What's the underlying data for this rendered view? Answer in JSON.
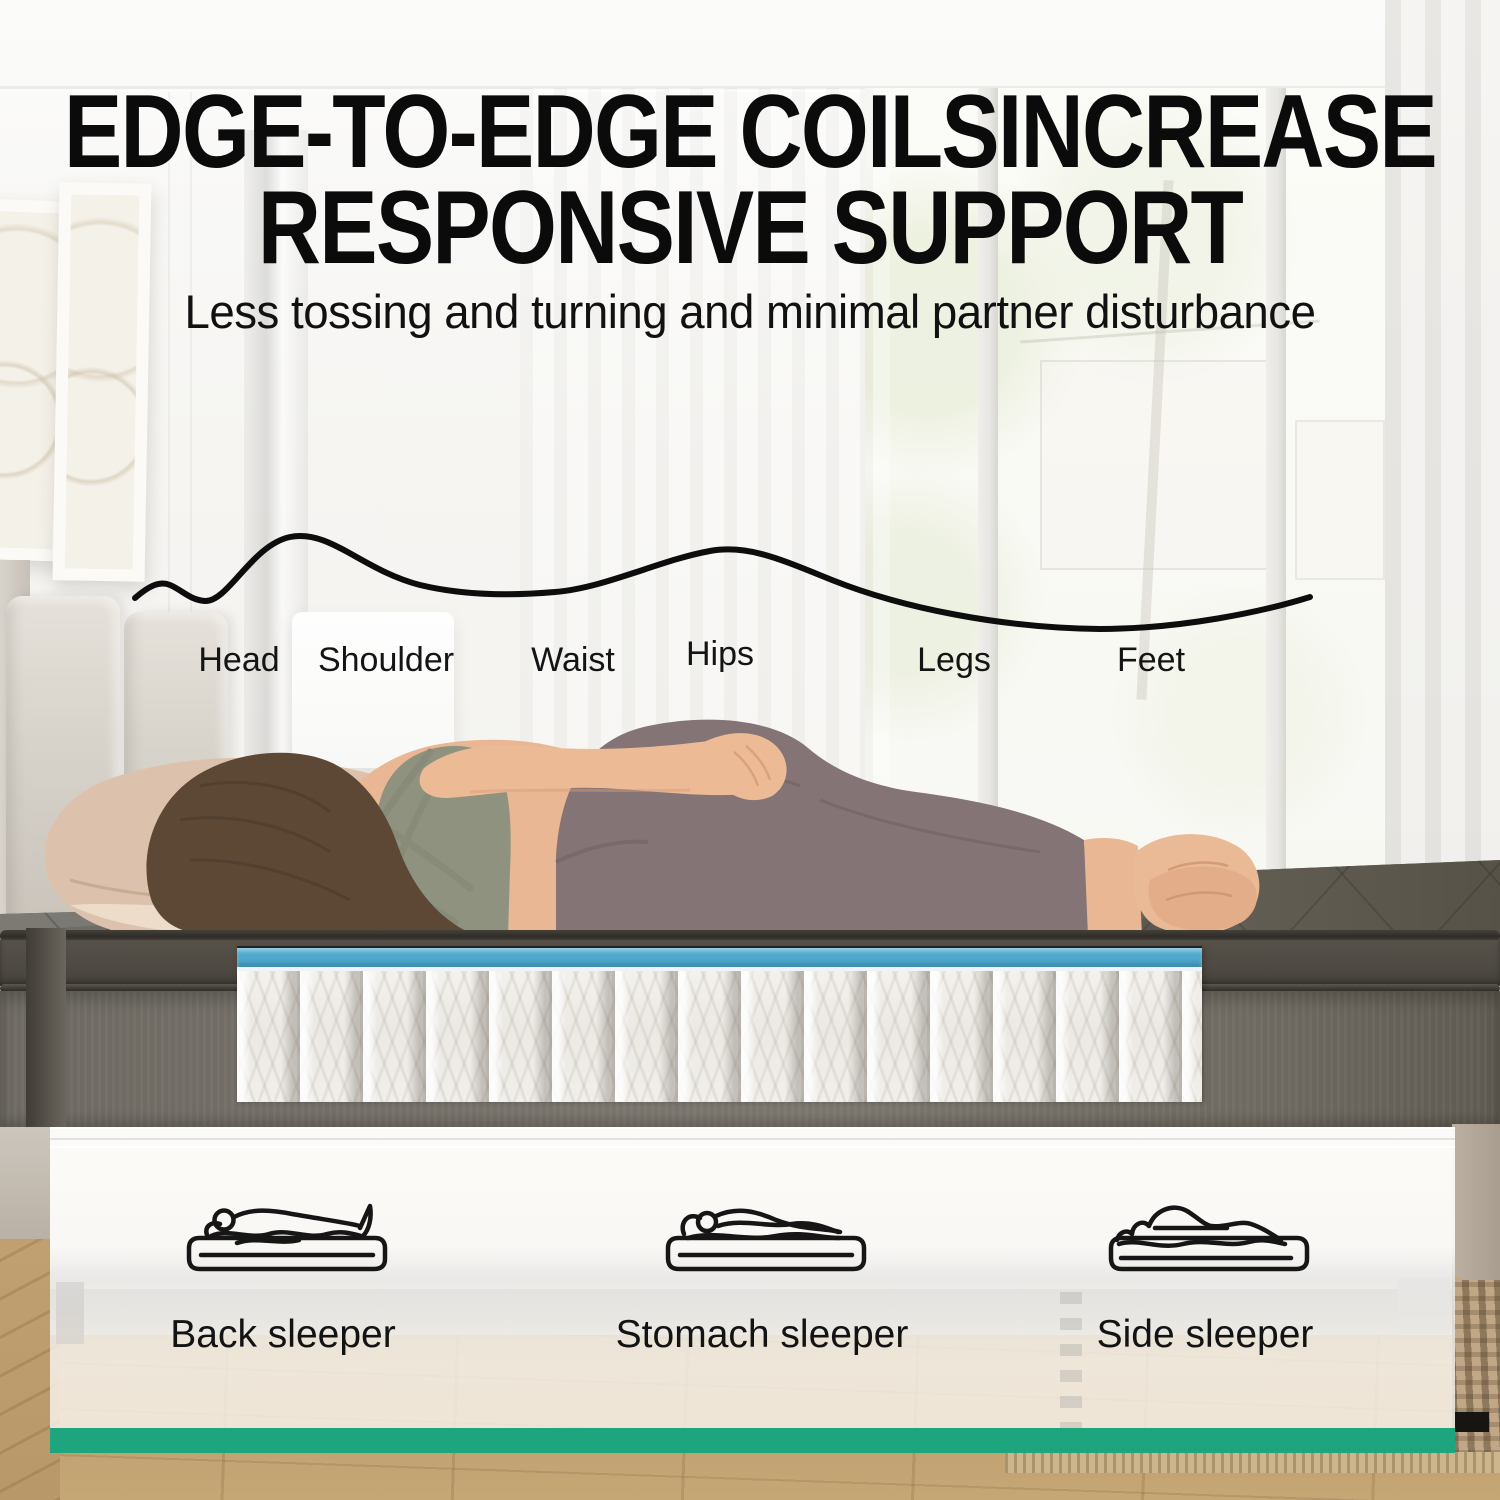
{
  "headline": {
    "line1": "EDGE-TO-EDGE COILSINCREASE",
    "line2": "RESPONSIVE SUPPORT"
  },
  "subtitle": "Less tossing and turning and minimal partner disturbance",
  "contour": {
    "labels": [
      "Head",
      "Shoulder",
      "Waist",
      "Hips",
      "Legs",
      "Feet"
    ]
  },
  "sleepers": [
    {
      "label": "Back sleeper"
    },
    {
      "label": "Stomach sleeper"
    },
    {
      "label": "Side sleeper"
    }
  ],
  "colors": {
    "foam_blue": "#4FA9CE",
    "accent_green": "#1FA57E",
    "headline_text": "#0B0B0B",
    "mattress_gray": "#7B766E",
    "wood_floor": "#C2A377"
  }
}
